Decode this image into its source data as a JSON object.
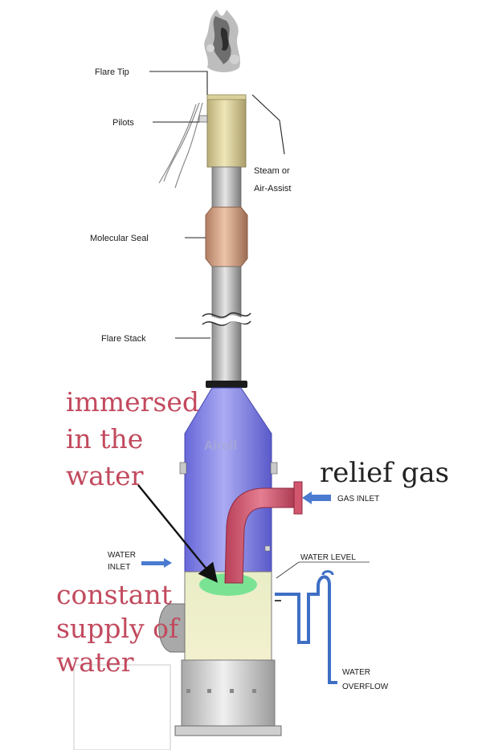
{
  "labels": {
    "flare_tip": "Flare Tip",
    "pilots": "Pilots",
    "steam_line1": "Steam or",
    "steam_line2": "Air-Assist",
    "molecular_seal": "Molecular Seal",
    "flare_stack": "Flare Stack",
    "water_inlet_line1": "WATER",
    "water_inlet_line2": "INLET",
    "gas_inlet": "GAS INLET",
    "water_level": "WATER LEVEL",
    "water_overflow_line1": "WATER",
    "water_overflow_line2": "OVERFLOW",
    "brand": "Airoil"
  },
  "annotations": {
    "immersed_line1": "immersed",
    "immersed_line2": "in the",
    "immersed_line3": "water",
    "relief_gas": "relief gas",
    "constant_line1": "constant",
    "constant_line2": "supply of",
    "constant_line3": "water"
  },
  "colors": {
    "annotation_red": "#c24a5e",
    "vessel_blue": "#6f6fe0",
    "pipe_red": "#d2566e",
    "arrow_blue": "#4a7bd0",
    "water_green": "#66e08a"
  }
}
